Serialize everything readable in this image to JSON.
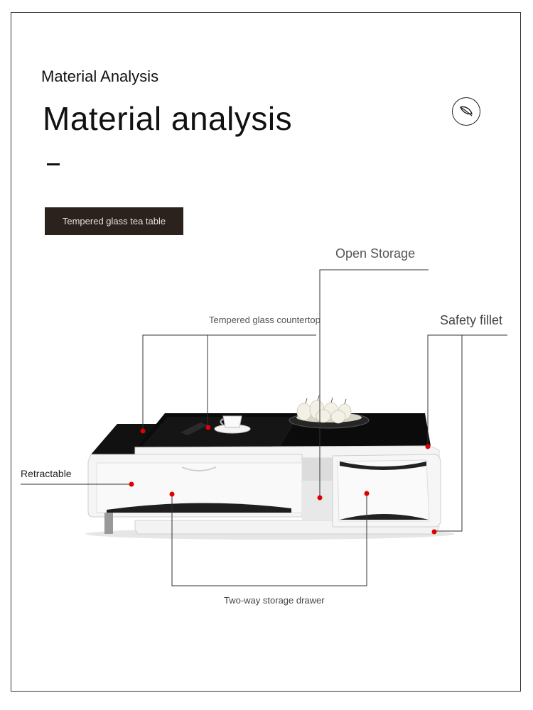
{
  "header": {
    "subtitle": "Material Analysis",
    "title": "Material analysis",
    "badge_icon": "leaf-icon"
  },
  "tag": {
    "label": "Tempered glass tea table"
  },
  "callouts": {
    "open_storage": "Open Storage",
    "glass_countertop": "Tempered glass countertop",
    "safety_fillet": "Safety fillet",
    "retractable": "Retractable",
    "drawer": "Two-way storage drawer"
  },
  "colors": {
    "marker": "#e00000",
    "tag_background": "#2b211d",
    "glass": "#0d0d0d",
    "body": "#f2f2f2"
  }
}
